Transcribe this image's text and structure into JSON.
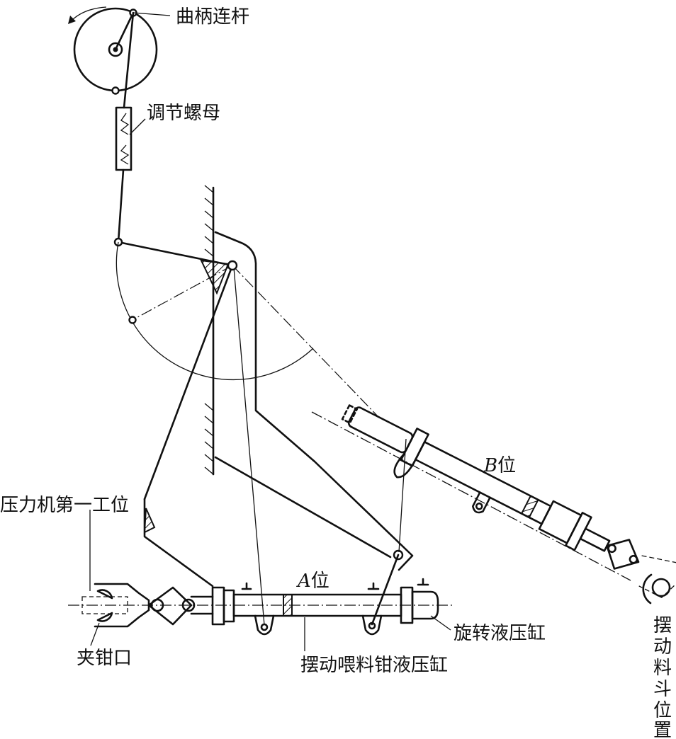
{
  "labels": {
    "crank_link": "曲柄连杆",
    "adjust_nut": "调节螺母",
    "press_station": "压力机第一工位",
    "clamp_jaw": "夹钳口",
    "position_a_letter": "A",
    "position_a_suffix": "位",
    "position_b_letter": "B",
    "position_b_suffix": "位",
    "rotary_cylinder": "旋转液压缸",
    "swing_cylinder": "摆动喂料钳液压缸",
    "swing_hopper_1": "摆",
    "swing_hopper_2": "动",
    "swing_hopper_3": "料",
    "swing_hopper_4": "斗",
    "swing_hopper_5": "位",
    "swing_hopper_6": "置"
  }
}
